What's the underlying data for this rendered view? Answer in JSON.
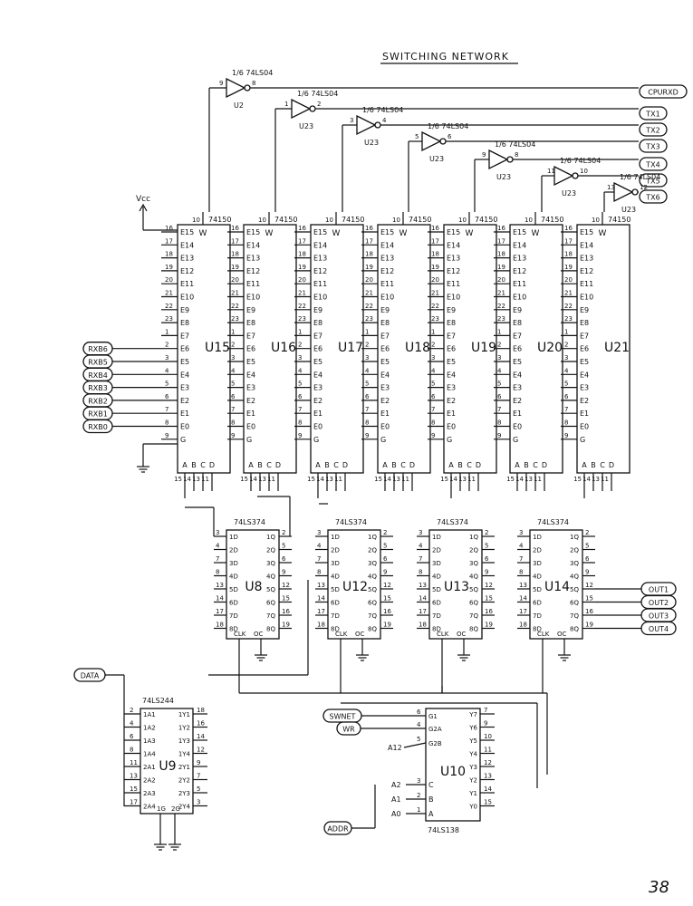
{
  "title": "SWITCHING NETWORK",
  "page_number": "38",
  "vcc": "Vcc",
  "inverter_part": "1/6 74LS04",
  "inverters": [
    {
      "name": "U2",
      "pin_in": "9",
      "pin_out": "8",
      "signal": "CPURXD"
    },
    {
      "name": "U23",
      "pin_in": "1",
      "pin_out": "2",
      "signal": "TX1"
    },
    {
      "name": "U23",
      "pin_in": "3",
      "pin_out": "4",
      "signal": "TX2"
    },
    {
      "name": "U23",
      "pin_in": "5",
      "pin_out": "6",
      "signal": "TX3"
    },
    {
      "name": "U23",
      "pin_in": "9",
      "pin_out": "8",
      "signal": "TX4"
    },
    {
      "name": "U23",
      "pin_in": "11",
      "pin_out": "10",
      "signal": "TX5"
    },
    {
      "name": "U23",
      "pin_in": "13",
      "pin_out": "12",
      "signal": "TX6"
    }
  ],
  "mux_part": "74150",
  "muxes": [
    "U15",
    "U16",
    "U17",
    "U18",
    "U19",
    "U20",
    "U21"
  ],
  "mux_pin_w": "W",
  "mux_pin_w_num": "10",
  "mux_inputs": [
    "E15",
    "E14",
    "E13",
    "E12",
    "E11",
    "E10",
    "E9",
    "E8",
    "E7",
    "E6",
    "E5",
    "E4",
    "E3",
    "E2",
    "E1",
    "E0",
    "G"
  ],
  "mux_input_pins": [
    "16",
    "17",
    "18",
    "19",
    "20",
    "21",
    "22",
    "23",
    "1",
    "2",
    "3",
    "4",
    "5",
    "6",
    "7",
    "8",
    "9"
  ],
  "mux_select": [
    "A",
    "B",
    "C",
    "D"
  ],
  "mux_select_pins": [
    "15",
    "14",
    "13",
    "11"
  ],
  "rx_inputs": [
    "RXB6",
    "RXB5",
    "RXB4",
    "RXB3",
    "RXB2",
    "RXB1",
    "RXB0"
  ],
  "latch_part": "74LS374",
  "latches": [
    "U8",
    "U12",
    "U13",
    "U14"
  ],
  "latch_d": [
    "1D",
    "2D",
    "3D",
    "4D",
    "5D",
    "6D",
    "7D",
    "8D"
  ],
  "latch_d_pins": [
    "3",
    "4",
    "7",
    "8",
    "13",
    "14",
    "17",
    "18"
  ],
  "latch_q": [
    "1Q",
    "2Q",
    "3Q",
    "4Q",
    "5Q",
    "6Q",
    "7Q",
    "8Q"
  ],
  "latch_q_pins": [
    "2",
    "5",
    "6",
    "9",
    "12",
    "15",
    "16",
    "19"
  ],
  "latch_ctrl": [
    "CLK",
    "OC"
  ],
  "outputs": [
    "OUT1",
    "OUT2",
    "OUT3",
    "OUT4"
  ],
  "buffer": {
    "part": "74LS244",
    "name": "U9",
    "input": "DATA",
    "a": [
      "1A1",
      "1A2",
      "1A3",
      "1A4",
      "2A1",
      "2A2",
      "2A3",
      "2A4"
    ],
    "a_pins": [
      "2",
      "4",
      "6",
      "8",
      "11",
      "13",
      "15",
      "17"
    ],
    "y": [
      "1Y1",
      "1Y2",
      "1Y3",
      "1Y4",
      "2Y1",
      "2Y2",
      "2Y3",
      "2Y4"
    ],
    "y_pins": [
      "18",
      "16",
      "14",
      "12",
      "9",
      "7",
      "5",
      "3"
    ],
    "enables": [
      "1G",
      "2G"
    ]
  },
  "decoder": {
    "part": "74LS138",
    "name": "U10",
    "inputs": [
      "SWNET",
      "WR",
      "A12"
    ],
    "in_pins_g": [
      "G1",
      "G2A",
      "G2B"
    ],
    "g_pins": [
      "6",
      "4",
      "5"
    ],
    "addr": [
      "A2",
      "A1",
      "A0"
    ],
    "sel": [
      "C",
      "B",
      "A"
    ],
    "sel_pins": [
      "3",
      "2",
      "1"
    ],
    "bus": "ADDR",
    "y": [
      "Y7",
      "Y6",
      "Y5",
      "Y4",
      "Y3",
      "Y2",
      "Y1",
      "Y0"
    ],
    "y_pins": [
      "7",
      "9",
      "10",
      "11",
      "12",
      "13",
      "14",
      "15"
    ]
  }
}
